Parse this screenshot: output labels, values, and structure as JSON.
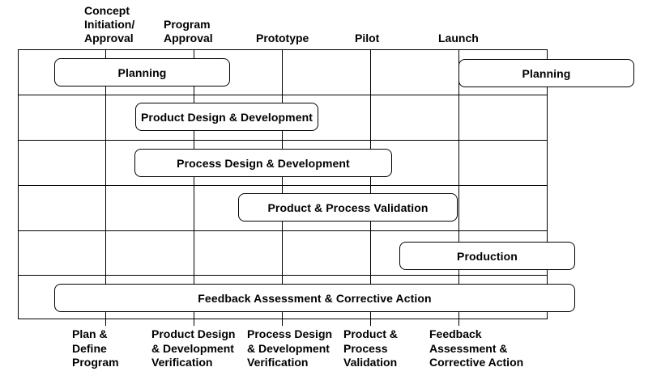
{
  "milestones": [
    "Concept\nInitiation/\nApproval",
    "Program\nApproval",
    "Prototype",
    "Pilot",
    "Launch"
  ],
  "activities": {
    "planning_start": "Planning",
    "product_design": "Product Design & Development",
    "process_design": "Process Design & Development",
    "validation": "Product & Process Validation",
    "production": "Production",
    "planning_end": "Planning",
    "feedback": "Feedback Assessment & Corrective Action"
  },
  "phases": [
    "Plan &\nDefine\nProgram",
    "Product Design\n& Development\nVerification",
    "Process Design\n& Development\nVerification",
    "Product &\nProcess\nValidation",
    "Feedback\nAssessment &\nCorrective Action"
  ]
}
